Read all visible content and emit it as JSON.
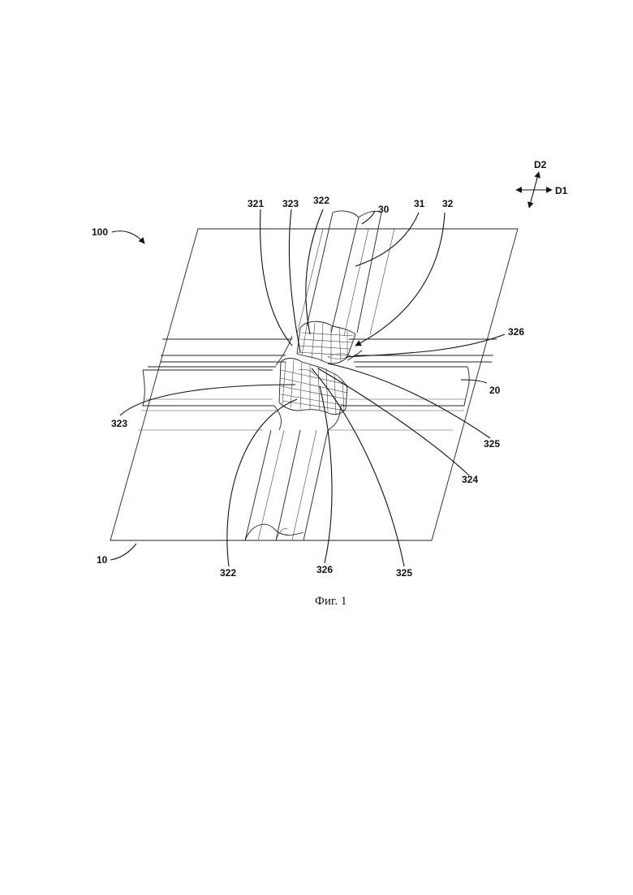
{
  "figure": {
    "caption": "Фиг. 1",
    "labels": {
      "assembly": "100",
      "substrate": "10",
      "second_line": "20",
      "first_line": "30",
      "first_line_part": "31",
      "connection": "32",
      "l321": "321",
      "l322_top": "322",
      "l322_bottom": "322",
      "l323_top": "323",
      "l323_left": "323",
      "l324": "324",
      "l325_right": "325",
      "l325_bottom": "325",
      "l326_right": "326",
      "l326_bottom": "326",
      "dir_d1": "D1",
      "dir_d2": "D2"
    }
  }
}
